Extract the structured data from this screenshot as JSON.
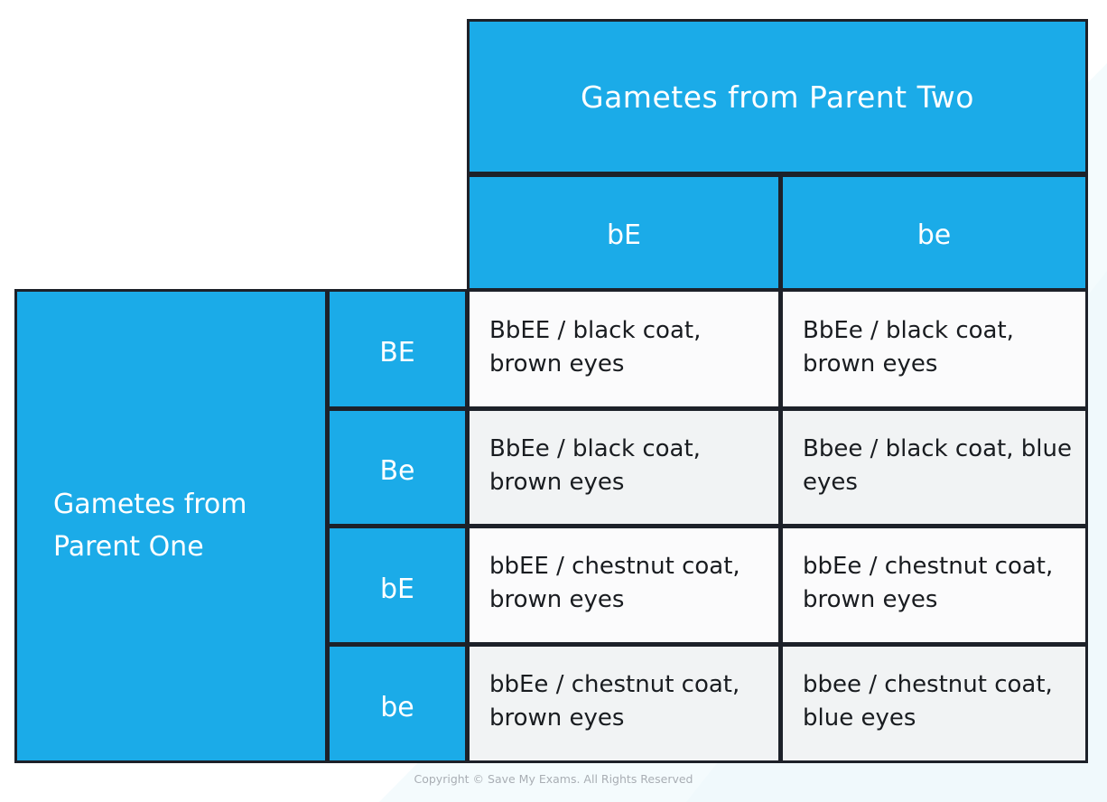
{
  "colors": {
    "header_blue": "#1BABE8",
    "border_dark": "#1d2129",
    "cell_white": "#fbfbfc",
    "cell_grey": "#f1f3f4",
    "header_text": "#ffffff",
    "cell_text": "#191c20",
    "footer_text": "#a9aeb4"
  },
  "diagram": {
    "type": "punnett-square",
    "top_banner_label": "Gametes from Parent Two",
    "left_banner_label": "Gametes from Parent One",
    "column_headers": [
      "bE",
      "be"
    ],
    "row_headers": [
      "BE",
      "Be",
      "bE",
      "be"
    ],
    "cells": [
      [
        "BbEE / black coat, brown eyes",
        "BbEe / black coat, brown eyes"
      ],
      [
        "BbEe / black coat, brown eyes",
        "Bbee / black coat, blue eyes"
      ],
      [
        "bbEE / chestnut coat, brown eyes",
        "bbEe / chestnut coat, brown eyes"
      ],
      [
        "bbEe / chestnut coat, brown eyes",
        "bbee / chestnut coat, blue eyes"
      ]
    ]
  },
  "footer": {
    "copyright": "Copyright © Save My Exams. All Rights Reserved"
  }
}
